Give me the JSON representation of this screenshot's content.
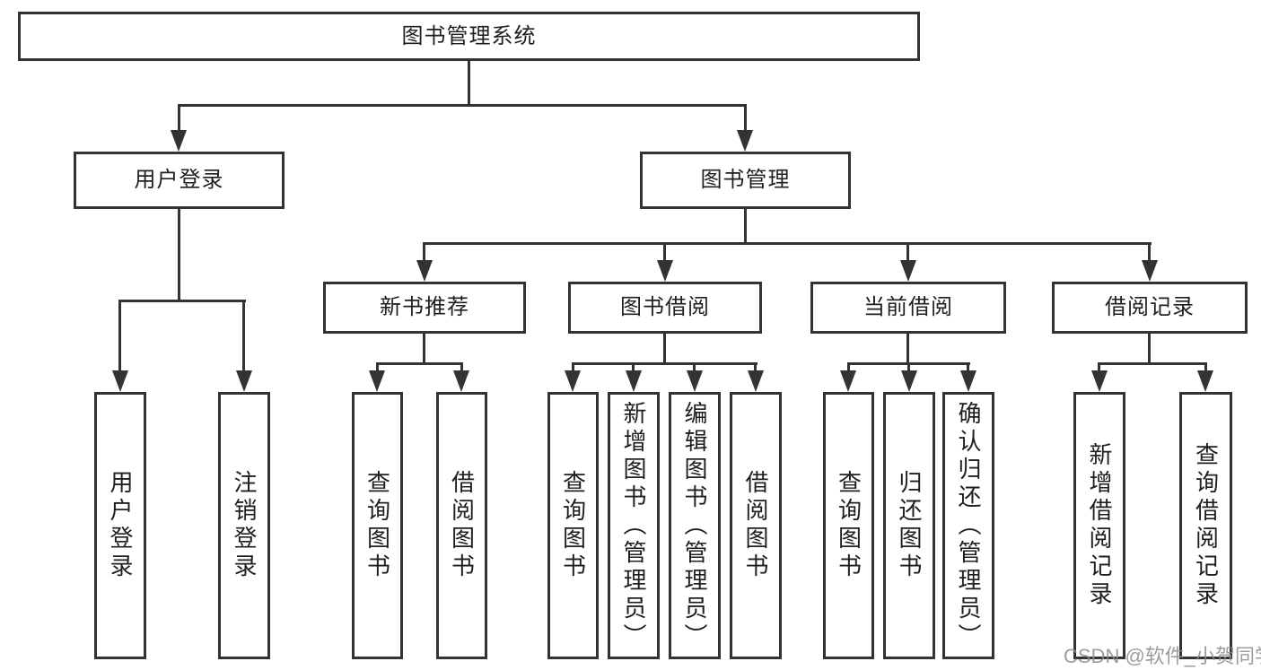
{
  "diagram_type": "hierarchy-tree",
  "tree": {
    "label": "图书管理系统",
    "children": [
      {
        "label": "用户登录",
        "children": [
          {
            "label": "用户登录"
          },
          {
            "label": "注销登录"
          }
        ]
      },
      {
        "label": "图书管理",
        "children": [
          {
            "label": "新书推荐",
            "children": [
              {
                "label": "查询图书"
              },
              {
                "label": "借阅图书"
              }
            ]
          },
          {
            "label": "图书借阅",
            "children": [
              {
                "label": "查询图书"
              },
              {
                "label": "新增图书（管理员）"
              },
              {
                "label": "编辑图书（管理员）"
              },
              {
                "label": "借阅图书"
              }
            ]
          },
          {
            "label": "当前借阅",
            "children": [
              {
                "label": "查询图书"
              },
              {
                "label": "归还图书"
              },
              {
                "label": "确认归还（管理员）"
              }
            ]
          },
          {
            "label": "借阅记录",
            "children": [
              {
                "label": "新增借阅记录"
              },
              {
                "label": "查询借阅记录"
              }
            ]
          }
        ]
      }
    ]
  },
  "watermark": {
    "text": "CSDN @软件_小贺同学"
  },
  "colors": {
    "line": "#333333",
    "text": "#1f1f1f",
    "background": "#ffffff",
    "watermark": "rgba(140,140,140,0.85)"
  }
}
